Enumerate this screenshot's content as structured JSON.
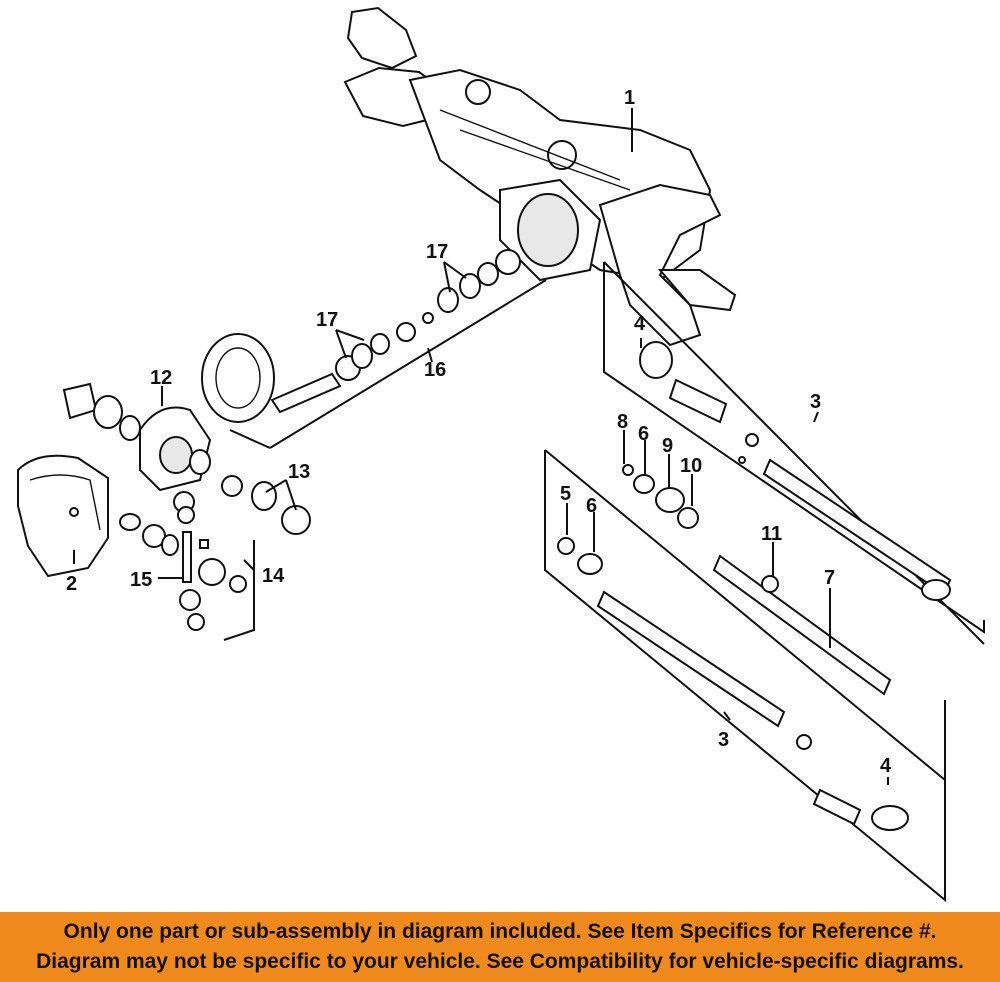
{
  "diagram": {
    "callouts": {
      "c1": "1",
      "c2": "2",
      "c3a": "3",
      "c3b": "3",
      "c4a": "4",
      "c4b": "4",
      "c5": "5",
      "c6a": "6",
      "c6b": "6",
      "c7": "7",
      "c8": "8",
      "c9": "9",
      "c10": "10",
      "c11": "11",
      "c12": "12",
      "c13": "13",
      "c14": "14",
      "c15": "15",
      "c16": "16",
      "c17a": "17",
      "c17b": "17"
    }
  },
  "banner": {
    "line1": "Only one part or sub-assembly in diagram included. See Item Specifics for Reference #.",
    "line2": "Diagram may not be specific to your vehicle. See Compatibility for vehicle-specific diagrams."
  }
}
